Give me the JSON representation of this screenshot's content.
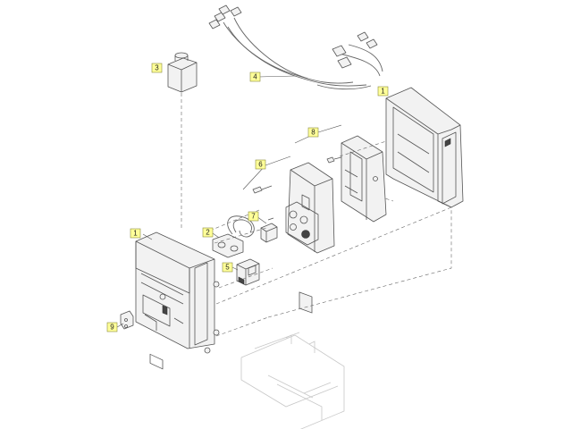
{
  "callouts": {
    "c1a": "1",
    "c1b": "1",
    "c2": "2",
    "c3": "3",
    "c4": "4",
    "c5": "5",
    "c6": "6",
    "c7": "7",
    "c8": "8",
    "c9": "9"
  },
  "colors": {
    "callout_fill": "#ffff99",
    "line": "#555555",
    "ghost": "#c8c8c8"
  }
}
